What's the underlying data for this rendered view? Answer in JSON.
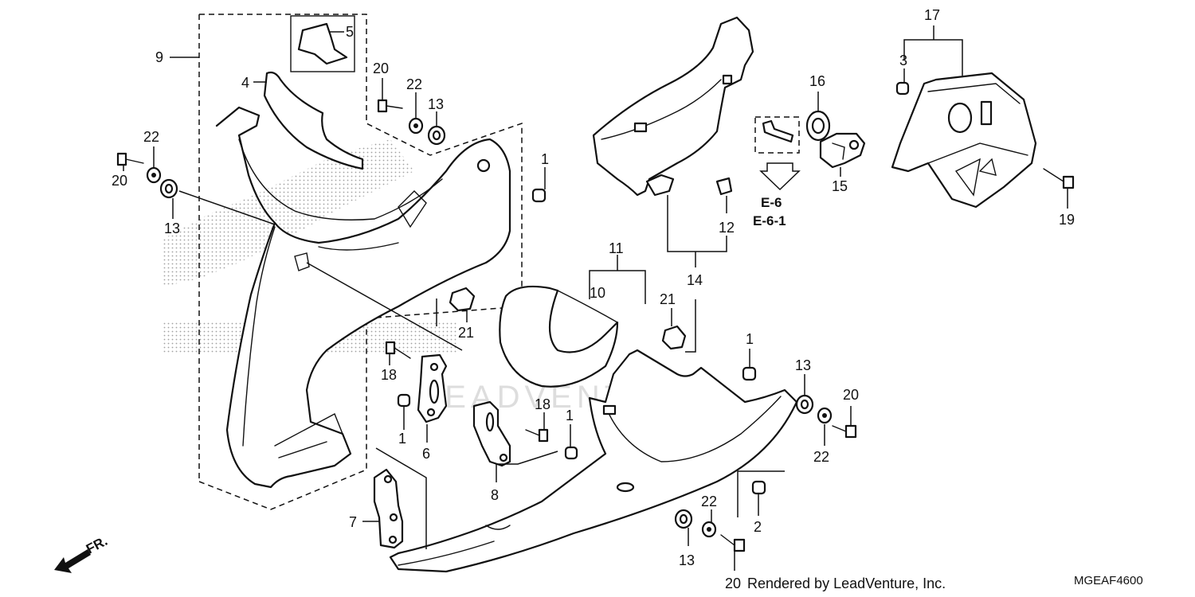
{
  "diagram": {
    "part_numbers": [
      "1",
      "2",
      "3",
      "4",
      "5",
      "6",
      "7",
      "8",
      "9",
      "10",
      "11",
      "12",
      "13",
      "14",
      "15",
      "16",
      "17",
      "18",
      "19",
      "20",
      "21",
      "22"
    ],
    "reference_labels": [
      "E-6",
      "E-6-1"
    ],
    "front_indicator": "FR.",
    "credit": "Rendered by LeadVenture, Inc.",
    "diagram_code": "MGEAF4600",
    "watermark": "LEADVENTURE"
  }
}
